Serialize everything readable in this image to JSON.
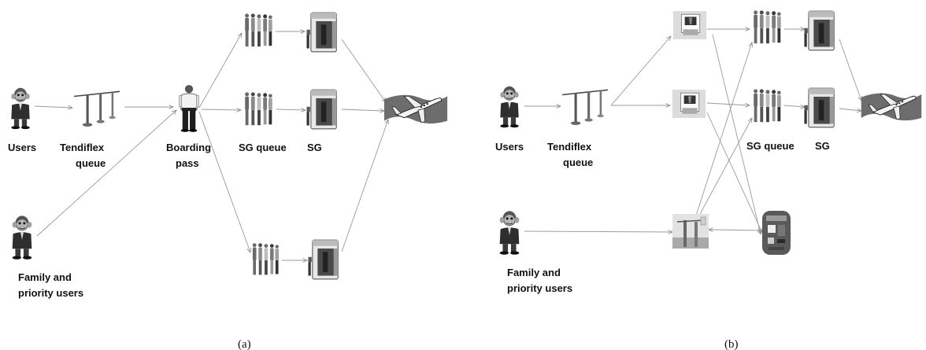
{
  "panel_a": {
    "labels": {
      "users": "Users",
      "tendiflex_line1": "Tendiflex",
      "tendiflex_line2": "queue",
      "boarding_line1": "Boarding",
      "boarding_line2": "pass",
      "sg_queue": "SG queue",
      "sg": "SG",
      "family_line1": "Family and",
      "family_line2": "priority users"
    },
    "caption": "(a)"
  },
  "panel_b": {
    "labels": {
      "users": "Users",
      "tendiflex_line1": "Tendiflex",
      "tendiflex_line2": "queue",
      "sg_queue": "SG queue",
      "sg": "SG",
      "family_line1": "Family and",
      "family_line2": "priority users"
    },
    "caption": "(b)"
  },
  "icons": {
    "user": "cartoon-man-icon",
    "tendiflex": "stanchion-barrier-icon",
    "officer": "security-officer-icon",
    "queue": "people-queue-icon",
    "gate": "security-gate-icon",
    "plane": "airplane-icon",
    "kiosk": "boarding-pass-kiosk-icon",
    "turnstile": "turnstile-icon",
    "reader": "card-reader-icon"
  },
  "colors": {
    "edge": "#9a9a9a",
    "text": "#111111"
  }
}
